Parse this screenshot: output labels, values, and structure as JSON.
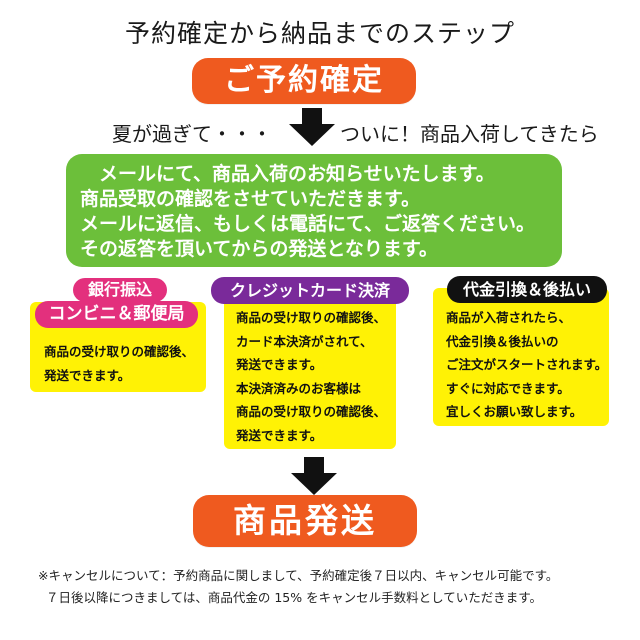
{
  "title": "予約確定から納品までのステップ",
  "confirm_label": "ご予約確定",
  "flow_left": "夏が過ぎて・・・",
  "flow_right": "ついに！商品入荷してきたら",
  "green_lines": [
    "　メールにて、商品入荷のお知らせいたします。",
    "商品受取の確認をさせていただきます。",
    "メールに返信、もしくは電話にて、ご返答ください。",
    "その返答を頂いてからの発送となります。"
  ],
  "payments": {
    "bank": {
      "tag1": "銀行振込",
      "tag2": "コンビニ＆郵便局",
      "lines": [
        "商品の受け取りの確認後、",
        "発送できます。"
      ]
    },
    "card": {
      "tag": "クレジットカード決済",
      "lines": [
        "商品の受け取りの確認後、",
        "カード本決済がされて、",
        "発送できます。",
        "本決済済みのお客様は",
        "商品の受け取りの確認後、",
        "発送できます。"
      ]
    },
    "cod": {
      "tag": "代金引換＆後払い",
      "lines": [
        "商品が入荷されたら、",
        "代金引換＆後払いの",
        "ご注文がスタートされます。",
        "すぐに対応できます。",
        "宜しくお願い致します。"
      ]
    }
  },
  "ship_label": "商品発送",
  "footer": [
    "※キャンセルについて：予約商品に関しまして、予約確定後７日以内、キャンセル可能です。",
    "７日後以降につきましては、商品代金の 15% をキャンセル手数料としていただきます。"
  ],
  "colors": {
    "orange": "#ef5a1f",
    "green": "#6cbf3a",
    "yellow": "#fff205",
    "pink": "#e3307d",
    "purple": "#7a2a9a",
    "black": "#111111"
  },
  "icons": [
    "arrow-down-icon"
  ]
}
